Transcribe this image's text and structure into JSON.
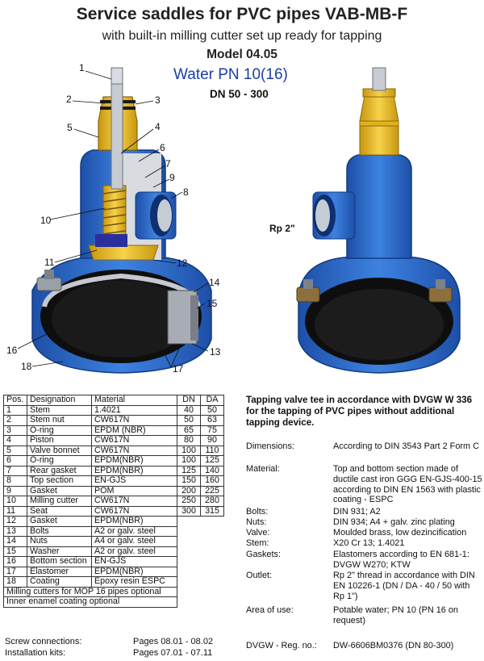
{
  "header": {
    "title": "Service saddles for PVC pipes VAB-MB-F",
    "subtitle": "with built-in milling cutter set up ready for tapping",
    "model": "Model 04.05",
    "water": "Water PN 10(16)",
    "dn_range": "DN 50 - 300"
  },
  "drawing": {
    "rp_label": "Rp 2\"",
    "callouts": [
      "1",
      "2",
      "3",
      "4",
      "5",
      "6",
      "7",
      "8",
      "9",
      "10",
      "11",
      "12",
      "13",
      "14",
      "15",
      "16",
      "17",
      "18"
    ],
    "colors": {
      "blue": "#2e6fd0",
      "brass": "#e8b820",
      "dark": "#111111",
      "grey": "#b8bcc4"
    }
  },
  "parts_table": {
    "headers": [
      "Pos.",
      "Designation",
      "Material",
      "DN",
      "DA"
    ],
    "rows": [
      [
        "1",
        "Stem",
        "1.4021",
        "40",
        "50"
      ],
      [
        "2",
        "Stem nut",
        "CW617N",
        "50",
        "63"
      ],
      [
        "3",
        "O-ring",
        "EPDM (NBR)",
        "65",
        "75"
      ],
      [
        "4",
        "Piston",
        "CW617N",
        "80",
        "90"
      ],
      [
        "5",
        "Valve bonnet",
        "CW617N",
        "100",
        "110"
      ],
      [
        "6",
        "O-ring",
        "EPDM(NBR)",
        "100",
        "125"
      ],
      [
        "7",
        "Rear gasket",
        "EPDM(NBR)",
        "125",
        "140"
      ],
      [
        "8",
        "Top section",
        "EN-GJS",
        "150",
        "160"
      ],
      [
        "9",
        "Gasket",
        "POM",
        "200",
        "225"
      ],
      [
        "10",
        "Milling cutter",
        "CW617N",
        "250",
        "280"
      ],
      [
        "11",
        "Seat",
        "CW617N",
        "300",
        "315"
      ],
      [
        "12",
        "Gasket",
        "EPDM(NBR)",
        "",
        ""
      ],
      [
        "13",
        "Bolts",
        "A2 or galv. steel",
        "",
        ""
      ],
      [
        "14",
        "Nuts",
        "A4 or galv. steel",
        "",
        ""
      ],
      [
        "15",
        "Washer",
        "A2 or galv. steel",
        "",
        ""
      ],
      [
        "16",
        "Bottom section",
        "EN-GJS",
        "",
        ""
      ],
      [
        "17",
        "Elastomer",
        "EPDM(NBR)",
        "",
        ""
      ],
      [
        "18",
        "Coating",
        "Epoxy resin ESPC",
        "",
        ""
      ]
    ],
    "notes": [
      "Milling cutters for MOP 16 pipes optional",
      "Inner enamel coating optional"
    ]
  },
  "description": {
    "intro": "Tapping valve tee in accordance with DVGW W 336 for the tapping of PVC pipes without additional tapping device.",
    "specs": [
      {
        "label": "Dimensions:",
        "value": "According to DIN 3543 Part 2 Form C"
      },
      {
        "label": "Material:",
        "value": "Top and bottom section made of ductile cast iron GGG  EN-GJS-400-15 according to DIN EN 1563 with plastic coating - ESPC"
      },
      {
        "label": "Bolts:",
        "value": "DIN 931; A2"
      },
      {
        "label": "Nuts:",
        "value": "DIN 934; A4 + galv. zinc plating"
      },
      {
        "label": "Valve:",
        "value": "Moulded brass, low dezincification"
      },
      {
        "label": "Stem:",
        "value": "X20 Cr 13; 1.4021"
      },
      {
        "label": "Gaskets:",
        "value": "Elastomers according to EN 681-1: DVGW W270;  KTW"
      },
      {
        "label": "Outlet:",
        "value": "Rp 2\" thread in accordance with DIN EN 10226-1 (DN / DA - 40 / 50 with Rp 1\")"
      },
      {
        "label": "Area of use:",
        "value": "Potable water; PN 10 (PN 16 on request)"
      }
    ],
    "reg_label": "DVGW - Reg. no.:",
    "reg_value": "DW-6606BM0376 (DN 80-300)"
  },
  "footer": {
    "screw_label": "Screw connections:",
    "screw_pages": "Pages  08.01 - 08.02",
    "kits_label": "Installation kits:",
    "kits_pages": "Pages  07.01 - 07.11"
  }
}
